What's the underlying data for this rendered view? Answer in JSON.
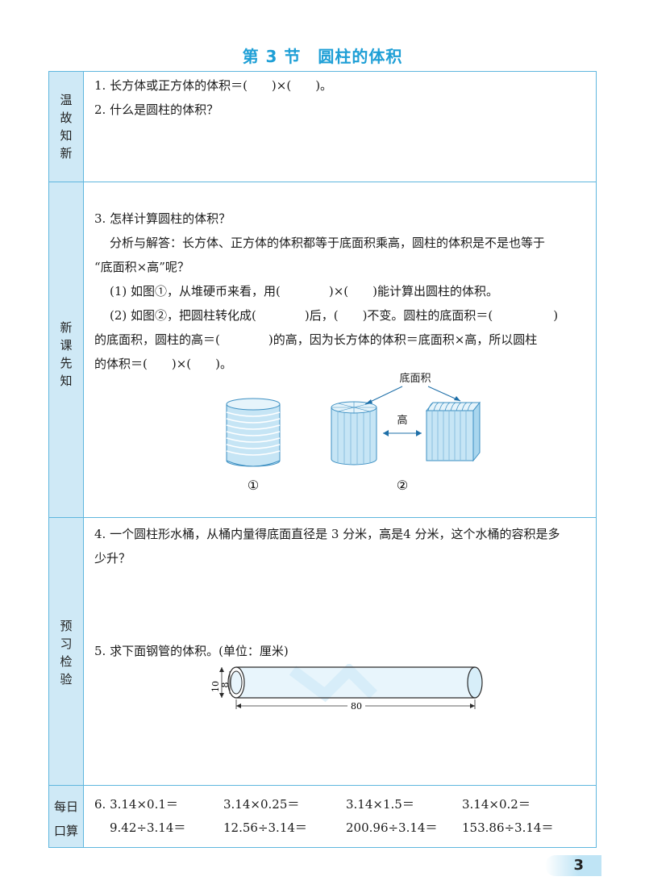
{
  "title": "第 3 节　圆柱的体积",
  "sections": [
    {
      "label": "温故知新"
    },
    {
      "label": "新课先知"
    },
    {
      "label": "预习检验"
    },
    {
      "label": "每日口算"
    }
  ],
  "review": {
    "q1": "1. 长方体或正方体的体积＝(　　)×(　　)。",
    "q2": "2. 什么是圆柱的体积？"
  },
  "new_lesson": {
    "q3": "3. 怎样计算圆柱的体积？",
    "analysis_1": "分析与解答：长方体、正方体的体积都等于底面积乘高，圆柱的体积是不是也等于",
    "analysis_2": "“底面积×高”呢？",
    "part1": "(1) 如图①，从堆硬币来看，用(　　　　)×(　　)能计算出圆柱的体积。",
    "part2_a": "(2) 如图②，把圆柱转化成(　　　　)后，(　　)不变。圆柱的底面积＝(　　　　　)",
    "part2_b": "的底面积，圆柱的高＝(　　　　)的高，因为长方体的体积＝底面积×高，所以圆柱",
    "part2_c": "的体积＝(　　)×(　　)。",
    "figure": {
      "label_base": "底面积",
      "label_height": "高",
      "caption_1": "①",
      "caption_2": "②"
    }
  },
  "check": {
    "q4_a": "4. 一个圆柱形水桶，从桶内量得底面直径是 3 分米，高是4 分米，这个水桶的容积是多",
    "q4_b": "少升？",
    "q5": "5. 求下面钢管的体积。(单位：厘米)",
    "pipe": {
      "outer": "10",
      "inner": "8",
      "length": "80"
    }
  },
  "mental_math": {
    "row1": [
      "6. 3.14×0.1＝",
      "3.14×0.25＝",
      "3.14×1.5＝",
      "3.14×0.2＝"
    ],
    "row2": [
      "9.42÷3.14＝",
      "12.56÷3.14＝",
      "200.96÷3.14＝",
      "153.86÷3.14＝"
    ]
  },
  "page_number": "3",
  "colors": {
    "accent": "#1e9fd6",
    "border": "#5fb6de",
    "sidebar": "#cfe9f6",
    "figure_fill": "#b9def2"
  }
}
